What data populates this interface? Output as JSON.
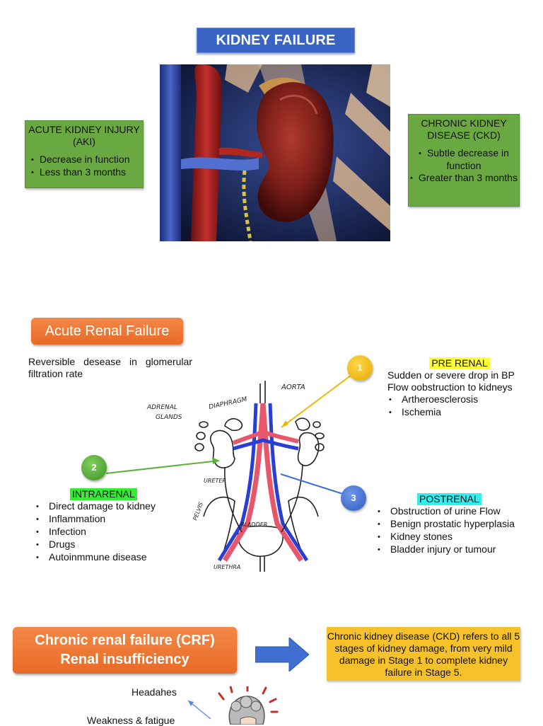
{
  "title": "KIDNEY FAILURE",
  "aki": {
    "heading": "ACUTE KIDNEY INJURY (AKI)",
    "items": [
      "Decrease in function",
      "Less than 3 months"
    ]
  },
  "ckd": {
    "heading": "CHRONIC KIDNEY DISEASE (CKD)",
    "items": [
      "Subtle decrease in function",
      "Greater than 3 months"
    ]
  },
  "acute_section": {
    "heading": "Acute Renal Failure",
    "description": "Reversible desease in glomerular filtration rate"
  },
  "diagram_labels": {
    "diaphragm": "DIAPHRAGM",
    "aorta": "AORTA",
    "adrenal": "ADRENAL",
    "glands": "GLANDS",
    "ureter": "URETER",
    "pelvis": "PELVIS",
    "bladder": "BLADDER",
    "urethra": "URETHRA"
  },
  "prerenal": {
    "number": "1",
    "label": "PRE RENAL",
    "color": "#ffff33",
    "lines": [
      "Sudden or severe drop in BP",
      "Flow oobstruction to kidneys"
    ],
    "items": [
      "Artheroesclerosis",
      "Ischemia"
    ]
  },
  "intrarenal": {
    "number": "2",
    "label": "INTRARENAL",
    "color": "#33ee33",
    "items": [
      "Direct damage to kidney",
      "Inflammation",
      "Infection",
      "Drugs",
      "Autoinmmune disease"
    ]
  },
  "postrenal": {
    "number": "3",
    "label": "POSTRENAL",
    "color": "#33eeee",
    "items": [
      "Obstruction of urine Flow",
      "Benign prostatic hyperplasia",
      "Kidney stones",
      "Bladder injury or tumour"
    ]
  },
  "chronic_section": {
    "line1": "Chronic renal failure (CRF)",
    "line2": "Renal insufficiency",
    "ckd_definition": "Chronic kidney disease (CKD) refers to all 5 stages of kidney damage, from very mild damage in Stage 1 to complete kidney failure in Stage 5."
  },
  "symptoms": [
    "Headahes",
    "Weakness & fatigue"
  ],
  "colors": {
    "title_blue": "#3a64c4",
    "green": "#6aa842",
    "orange": "#ee7a33",
    "yellow": "#f6c12b",
    "arrow_blue": "#3f6fd0"
  }
}
